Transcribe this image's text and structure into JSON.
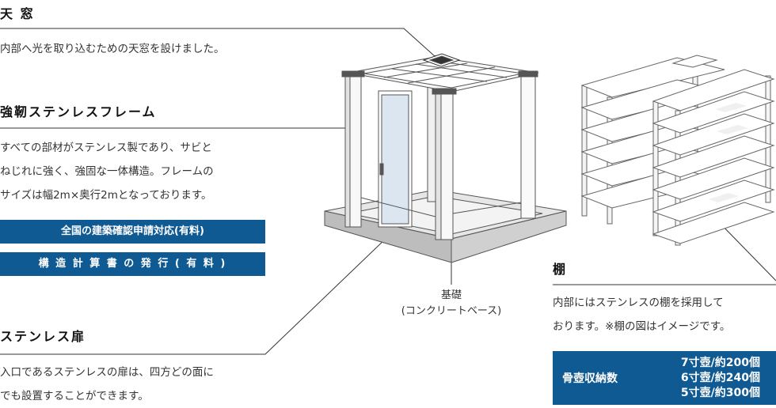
{
  "skylight": {
    "title": "天 窓",
    "description": "内部へ光を取り込むための天窓を設けました。"
  },
  "frame": {
    "title": "強靭ステンレスフレーム",
    "description": "すべての部材がステンレス製であり、サビと\nねじれに強く、強固な一体構造。フレームの\nサイズは幅2m×奥行2mとなっております。",
    "badges": [
      "全国の建築確認申請対応(有料)",
      "構 造 計 算 書 の 発 行 ( 有 料 )"
    ]
  },
  "door": {
    "title": "ステンレス扉",
    "description": "入口であるステンレスの扉は、四方どの面に\nでも設置することができます。"
  },
  "foundation": {
    "line1": "基礎",
    "line2": "(コンクリートベース)"
  },
  "shelf": {
    "title": "棚",
    "description": "内部にはステンレスの棚を採用して\nおります。※棚の図はイメージです。"
  },
  "storage": {
    "label": "骨壺収納数",
    "rows": [
      "7寸壺/約200個",
      "6寸壺/約240個",
      "5寸壺/約300個"
    ]
  }
}
